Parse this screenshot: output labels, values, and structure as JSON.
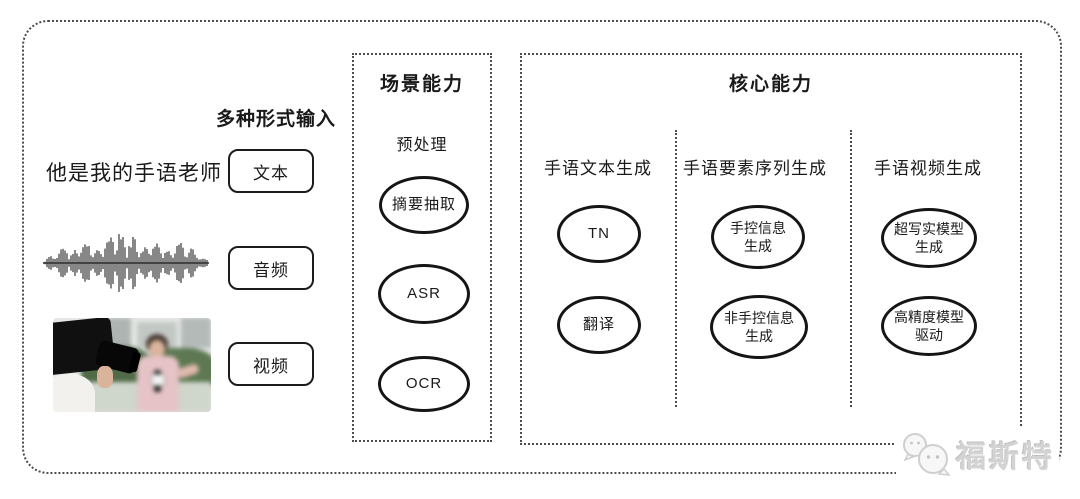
{
  "input_section": {
    "header": "多种形式输入",
    "text_example": "他是我的手语老师",
    "items": [
      {
        "type": "text",
        "label": "文本"
      },
      {
        "type": "audio",
        "label": "音频"
      },
      {
        "type": "video",
        "label": "视频"
      }
    ]
  },
  "scene_box": {
    "title": "场景能力",
    "subtitle": "预处理",
    "nodes": [
      "摘要抽取",
      "ASR",
      "OCR"
    ]
  },
  "core_box": {
    "title": "核心能力",
    "columns": [
      {
        "label": "手语文本生成",
        "nodes": [
          "TN",
          "翻译"
        ]
      },
      {
        "label": "手语要素序列生成",
        "nodes": [
          "手控信息\n生成",
          "非手控信息\n生成"
        ]
      },
      {
        "label": "手语视频生成",
        "nodes": [
          "超写实模型\n生成",
          "高精度模型\n驱动"
        ]
      }
    ]
  },
  "watermark": {
    "text": "福斯特"
  },
  "colors": {
    "stroke": "#151515",
    "dotted_border": "#4c4c4c",
    "watermark": "#d3d3d3"
  }
}
